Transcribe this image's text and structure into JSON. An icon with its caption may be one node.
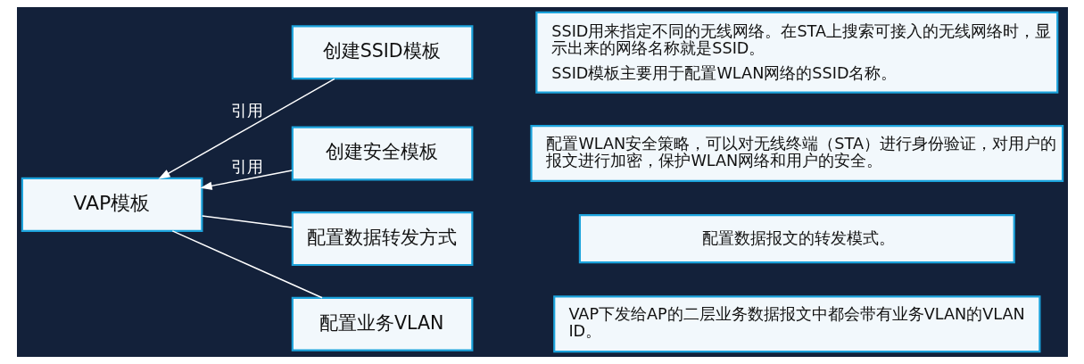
{
  "diagram": {
    "nodes": [
      {
        "text": [
          "VAP模板"
        ]
      },
      {
        "text": [
          "创建SSID模板"
        ]
      },
      {
        "text": [
          "创建安全模板"
        ]
      },
      {
        "text": [
          "配置数据转发方式"
        ]
      },
      {
        "text": [
          "配置业务VLAN"
        ]
      },
      {
        "text": [
          "SSID用来指定不同的无线网络。在STA上搜索可接入的无线网络时，显示出来的网络名称就是SSID。",
          "SSID模板主要用于配置WLAN网络的SSID名称。"
        ]
      },
      {
        "text": [
          "配置WLAN安全策略，可以对无线终端（STA）进行身份验证，对用户的报文进行加密，保护WLAN网络和用户的安全。"
        ]
      },
      {
        "text": [
          "配置数据报文的转发模式。"
        ]
      },
      {
        "text": [
          "VAP下发给AP的二层业务数据报文中都会带有业务VLAN的VLAN ID。"
        ]
      }
    ],
    "edges": [
      {
        "from": 1,
        "to": 0,
        "arrow": "to",
        "label": "引用"
      },
      {
        "from": 2,
        "to": 0,
        "arrow": "to",
        "label": "引用"
      },
      {
        "from": 0,
        "to": 3,
        "arrow": "none"
      },
      {
        "from": 0,
        "to": 4,
        "arrow": "none"
      }
    ]
  }
}
